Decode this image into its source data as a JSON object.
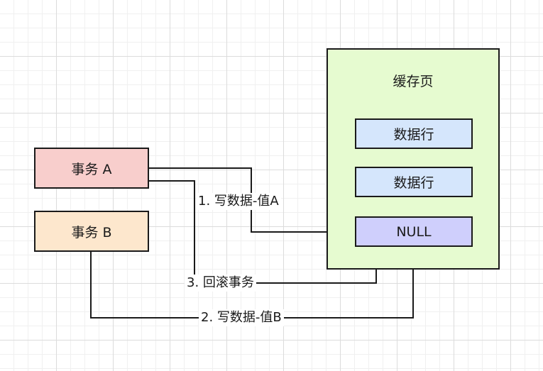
{
  "transactions": {
    "a": {
      "label": "事务 A"
    },
    "b": {
      "label": "事务 B"
    }
  },
  "cache_page": {
    "title": "缓存页",
    "rows": [
      {
        "label": "数据行"
      },
      {
        "label": "数据行"
      },
      {
        "label": "NULL"
      }
    ]
  },
  "edges": {
    "write_a": "1. 写数据-值A",
    "rollback": "3. 回滚事务",
    "write_b": "2. 写数据-值B"
  },
  "colors": {
    "txn_a_fill": "#f8cecc",
    "txn_b_fill": "#fde7cd",
    "cache_page_fill": "#e6fbd0",
    "data_row_fill": "#d5e6fc",
    "null_row_fill": "#cfcffc",
    "line": "#1a1a1a"
  }
}
